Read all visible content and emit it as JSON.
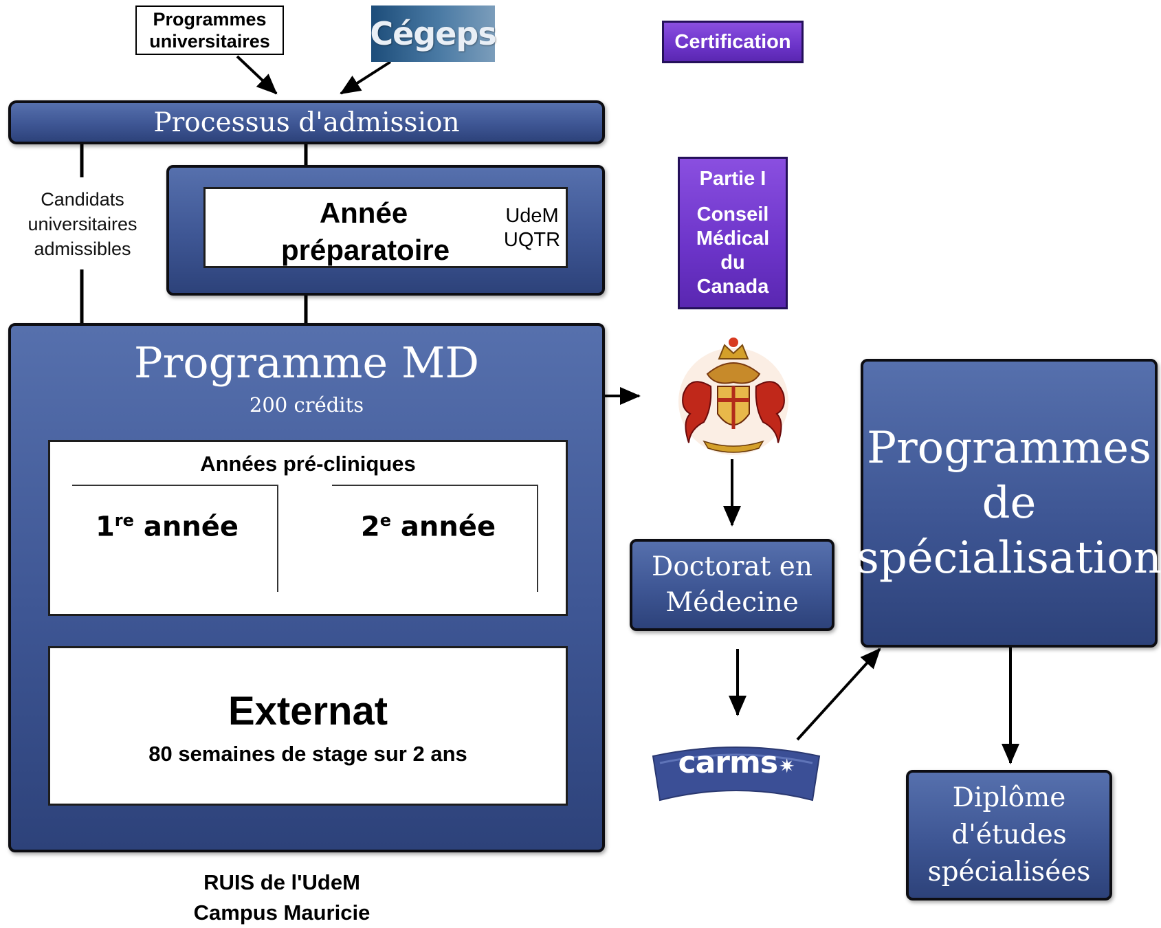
{
  "sources": {
    "university_programs": "Programmes universitaires",
    "cegeps": "Cégeps"
  },
  "admission": {
    "label": "Processus d'admission"
  },
  "candidates": {
    "line1": "Candidats",
    "line2": "universitaires",
    "line3": "admissibles"
  },
  "prep_year": {
    "line1": "Année",
    "line2": "préparatoire",
    "school1": "UdeM",
    "school2": "UQTR"
  },
  "md_program": {
    "title": "Programme MD",
    "credits": "200 crédits",
    "preclinical": {
      "title": "Années pré-cliniques",
      "year1_num": "1",
      "year1_sup": "re",
      "year1_word": "année",
      "year2_num": "2",
      "year2_sup": "e",
      "year2_word": "année"
    },
    "externship": {
      "title": "Externat",
      "subtitle": "80 semaines de stage sur 2 ans"
    }
  },
  "ruis": {
    "line1": "RUIS de l'UdeM",
    "line2": "Campus Mauricie"
  },
  "certification": {
    "label": "Certification"
  },
  "mcc": {
    "line1": "Partie I",
    "line2": "Conseil",
    "line3": "Médical",
    "line4": "du",
    "line5": "Canada"
  },
  "doctorate": {
    "line1": "Doctorat en",
    "line2": "Médecine"
  },
  "carms": {
    "label": "carms"
  },
  "specialization": {
    "line1": "Programmes",
    "line2": "de",
    "line3": "spécialisation"
  },
  "diploma": {
    "line1": "Diplôme",
    "line2": "d'études",
    "line3": "spécialisées"
  },
  "colors": {
    "navy": "#3e5694",
    "purple": "#6c34c9",
    "carms_blue": "#3b4f96"
  },
  "icons": {
    "cegeps_logo": "cegeps-logo",
    "crest": "coat-of-arms-icon",
    "carms_logo": "carms-logo"
  }
}
